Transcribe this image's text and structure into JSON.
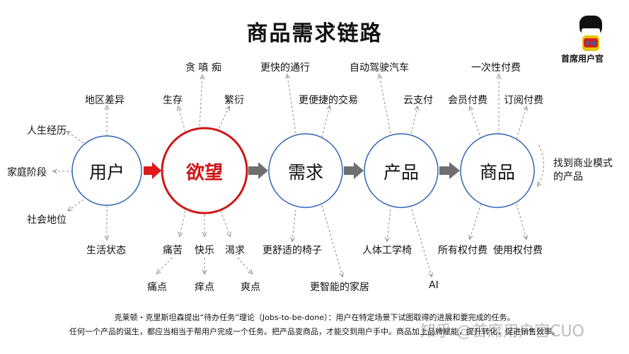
{
  "title": "商品需求链路",
  "logo": {
    "text": "首席用户官"
  },
  "nodes": {
    "user": "用户",
    "desire": "欲望",
    "need": "需求",
    "product": "产品",
    "goods": "商品"
  },
  "user_labels": {
    "top": "地区差异",
    "upper_left": "人生经历",
    "left": "家庭阶段",
    "lower_left": "社会地位",
    "bottom": "生活状态"
  },
  "desire_labels": {
    "top_group": "贪 嗔 痴",
    "survive": "生存",
    "reproduce": "繁衍",
    "pain": "痛苦",
    "happy": "快乐",
    "thirst": "渴求",
    "pain_point": "痛点",
    "itch_point": "痒点",
    "cool_point": "爽点"
  },
  "need_labels": {
    "top": "更快的通行",
    "upper_right": "更便捷的交易",
    "bottom": "更舒适的椅子",
    "lower_right": "更智能的家居"
  },
  "product_labels": {
    "top": "自动驾驶汽车",
    "upper_right": "云支付",
    "bottom": "人体工学椅",
    "lower_right": "AI"
  },
  "goods_labels": {
    "top": "一次性付费",
    "upper_left": "会员付费",
    "upper_right": "订阅付费",
    "bottom_left": "所有权付费",
    "bottom_right": "使用权付费",
    "side_line1": "找到商业模式",
    "side_line2": "的产品"
  },
  "footer": {
    "line1": "克莱顿・克里斯坦森提出“待办任务”理论（Jobs-to-be-done）：用户在特定场景下试图取得的进展和要完成的任务。",
    "line2": "任何一个产品的诞生，都应当相当于帮用户完成一个任务。把产品变商品，才能交到用户手中。商品加上品牌赋能，提升转化，促进销售效率。"
  },
  "watermark": "知乎 @首席用户官CUO",
  "colors": {
    "circle_stroke": "#2f64b5",
    "desire_stroke": "#d11515",
    "arrow_red": "#e01818",
    "arrow_gray": "#6f6f6f",
    "dashed": "#8a8a8a"
  }
}
